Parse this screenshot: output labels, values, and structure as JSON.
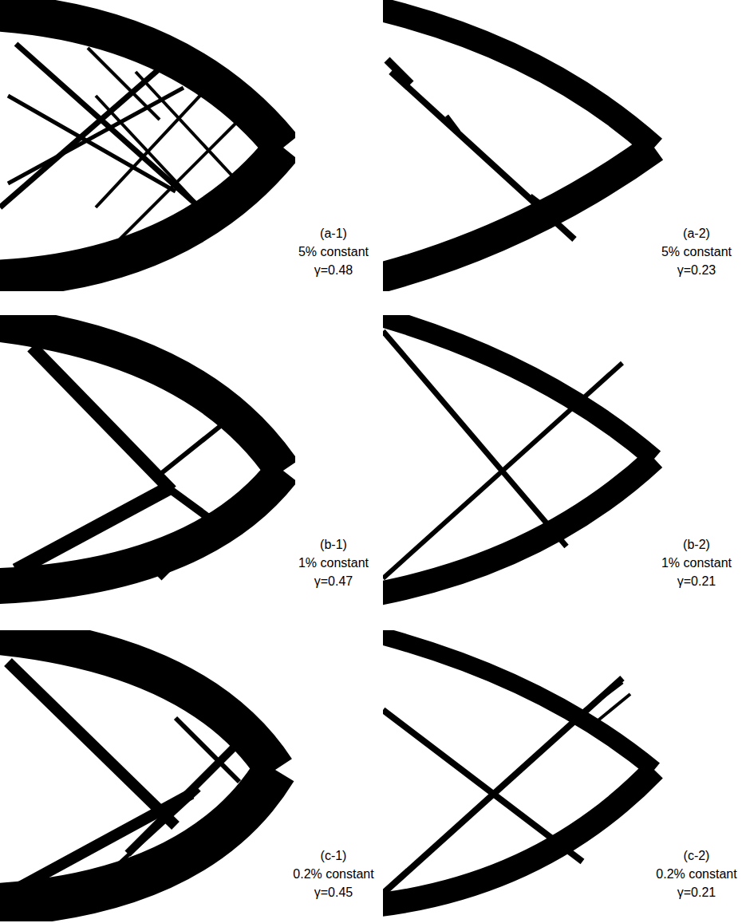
{
  "diagram": {
    "labels": [
      "(a-1)",
      "5% constant",
      "γ=0.48",
      "(a-2)",
      "5% constant",
      "γ=0.23",
      "(b-1)",
      "1% constant",
      "γ=0.47",
      "(b-2)",
      "1% constant",
      "γ=0.21",
      "(c-1)",
      "0.2% constant",
      "γ=0.45",
      "(c-2)",
      "0.2% constant",
      "γ=0.21"
    ]
  }
}
